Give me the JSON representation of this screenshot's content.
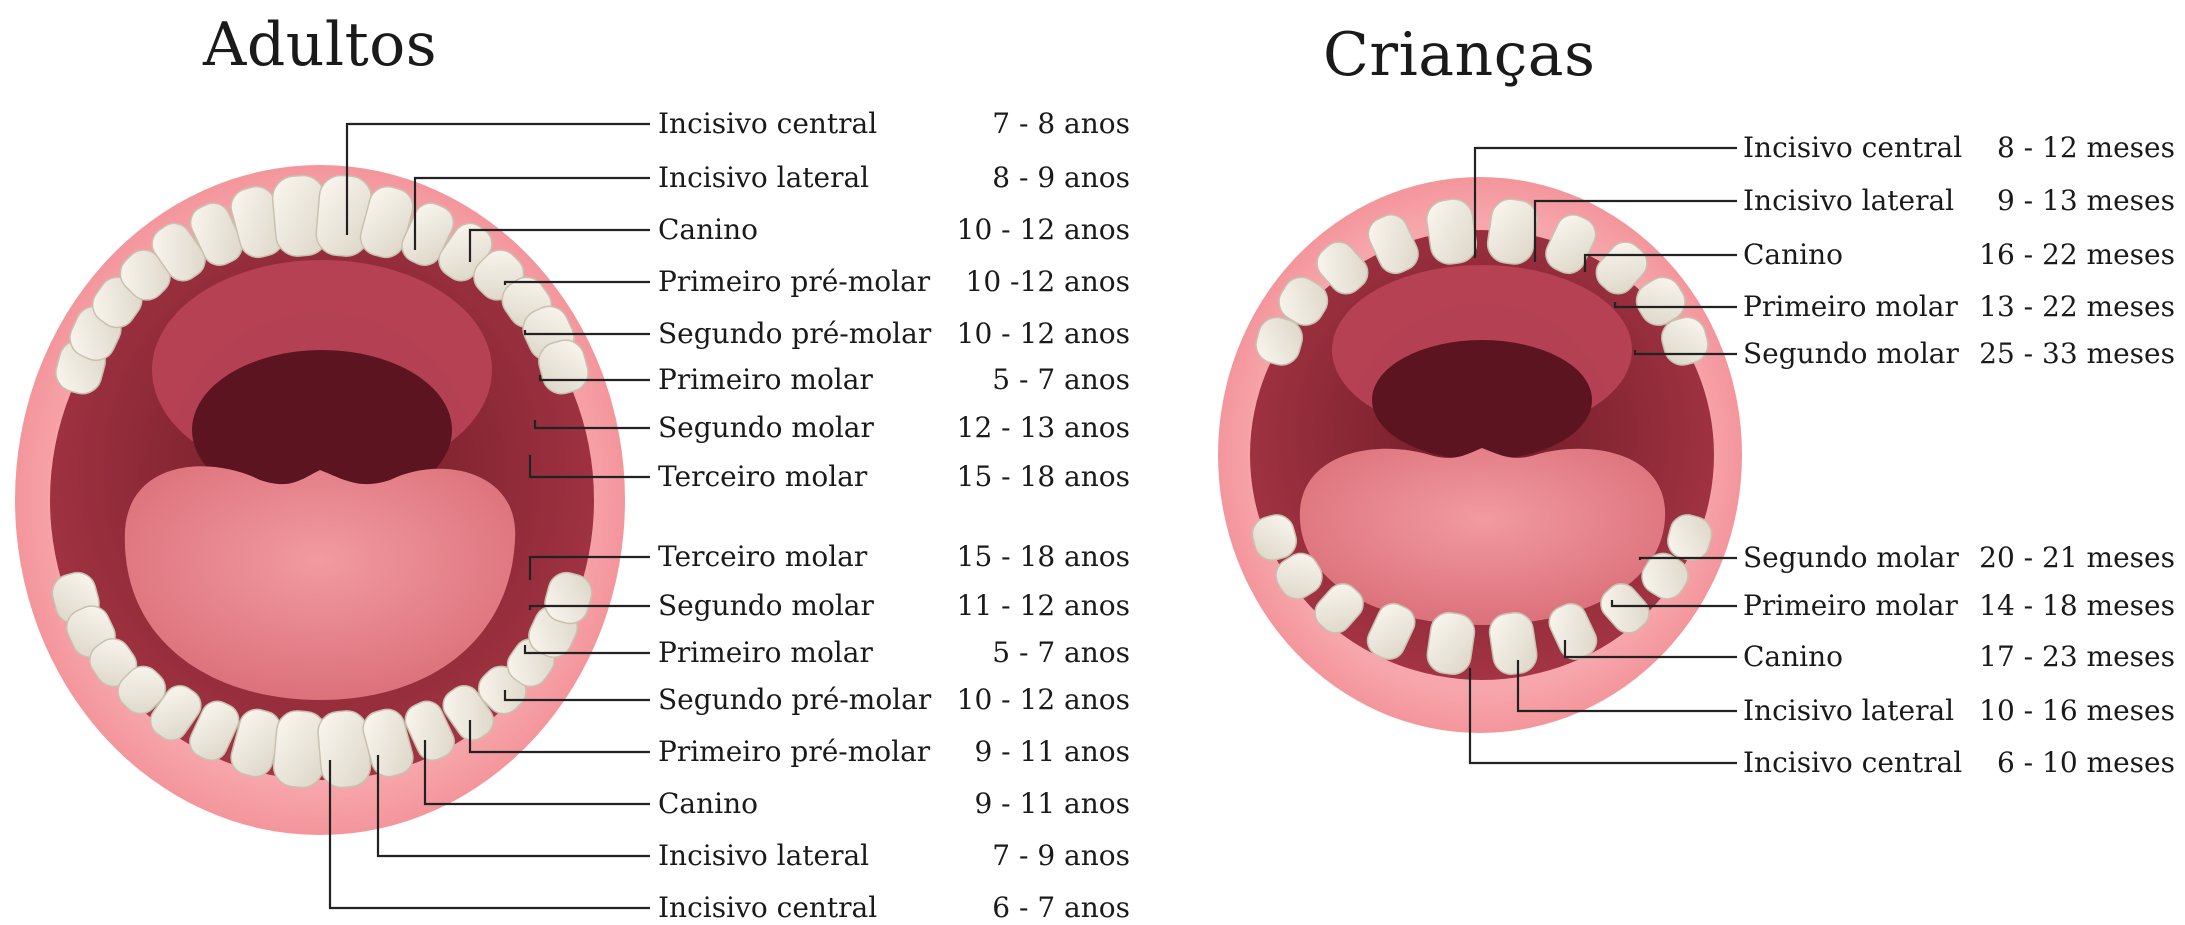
{
  "adults": {
    "title": "Adultos",
    "upper": [
      {
        "name": "Incisivo central",
        "age": "7 - 8 anos"
      },
      {
        "name": "Incisivo lateral",
        "age": "8 - 9 anos"
      },
      {
        "name": "Canino",
        "age": "10 - 12 anos"
      },
      {
        "name": "Primeiro pré-molar",
        "age": "10 -12 anos"
      },
      {
        "name": "Segundo pré-molar",
        "age": "10 - 12 anos"
      },
      {
        "name": "Primeiro molar",
        "age": "5 - 7 anos"
      },
      {
        "name": "Segundo molar",
        "age": "12 - 13 anos"
      },
      {
        "name": "Terceiro molar",
        "age": "15 - 18 anos"
      }
    ],
    "lower": [
      {
        "name": "Terceiro molar",
        "age": "15 - 18 anos"
      },
      {
        "name": "Segundo molar",
        "age": "11 - 12 anos"
      },
      {
        "name": "Primeiro molar",
        "age": "5 - 7 anos"
      },
      {
        "name": "Segundo pré-molar",
        "age": "10 - 12 anos"
      },
      {
        "name": "Primeiro pré-molar",
        "age": "9 - 11 anos"
      },
      {
        "name": "Canino",
        "age": "9 - 11 anos"
      },
      {
        "name": "Incisivo lateral",
        "age": "7 - 9 anos"
      },
      {
        "name": "Incisivo central",
        "age": "6 - 7 anos"
      }
    ]
  },
  "children": {
    "title": "Crianças",
    "upper": [
      {
        "name": "Incisivo central",
        "age": "8 - 12 meses"
      },
      {
        "name": "Incisivo lateral",
        "age": "9 - 13 meses"
      },
      {
        "name": "Canino",
        "age": "16 - 22 meses"
      },
      {
        "name": "Primeiro molar",
        "age": "13 - 22 meses"
      },
      {
        "name": "Segundo molar",
        "age": "25 - 33 meses"
      }
    ],
    "lower": [
      {
        "name": "Segundo molar",
        "age": "20 - 21 meses"
      },
      {
        "name": "Primeiro molar",
        "age": "14 - 18 meses"
      },
      {
        "name": "Canino",
        "age": "17 - 23 meses"
      },
      {
        "name": "Incisivo lateral",
        "age": "10 - 16 meses"
      },
      {
        "name": "Incisivo central",
        "age": "6 - 10 meses"
      }
    ]
  },
  "colors": {
    "lip": "#f59aa0",
    "lip_dark": "#e8707a",
    "mouth_interior": "#8e2a35",
    "palate": "#b84050",
    "tongue": "#e9848c",
    "tooth": "#f3efe6",
    "line": "#222222"
  }
}
